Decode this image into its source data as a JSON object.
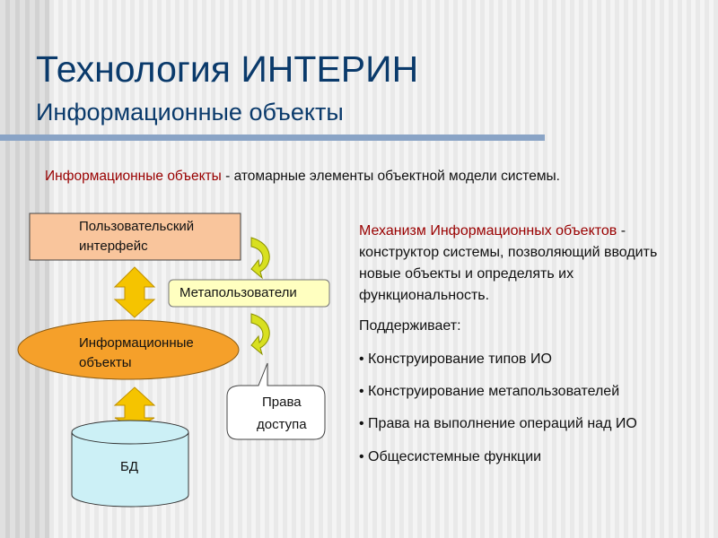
{
  "title": "Технология ИНТЕРИН",
  "subtitle": "Информационные объекты",
  "definition": {
    "term": "Информационные объекты",
    "rest": " - атомарные элементы объектной модели системы."
  },
  "diagram": {
    "ui_line1": "Пользовательский",
    "ui_line2": "интерфейс",
    "meta": "Метапользователи",
    "io_line1": "Информационные",
    "io_line2": "объекты",
    "rights_line1": "Права",
    "rights_line2": "доступа",
    "db": "БД"
  },
  "mechanism": {
    "term": "Механизм Информационных объектов",
    "rest": " - конструктор системы, позволяющий вводить новые объекты и определять их функциональность."
  },
  "supports_label": "Поддерживает:",
  "bullets": [
    "Конструирование типов ИО",
    "Конструирование метапользователей",
    "Права на выполнение операций над ИО",
    "Общесистемные функции"
  ],
  "colors": {
    "title": "#0a3a6b",
    "accent": "#990000",
    "ui_box": "#f9c59c",
    "ellipse": "#f5a02a",
    "db": "#ccf0f6",
    "meta_box": "#ffffc0",
    "arrow": "#f5c400"
  }
}
